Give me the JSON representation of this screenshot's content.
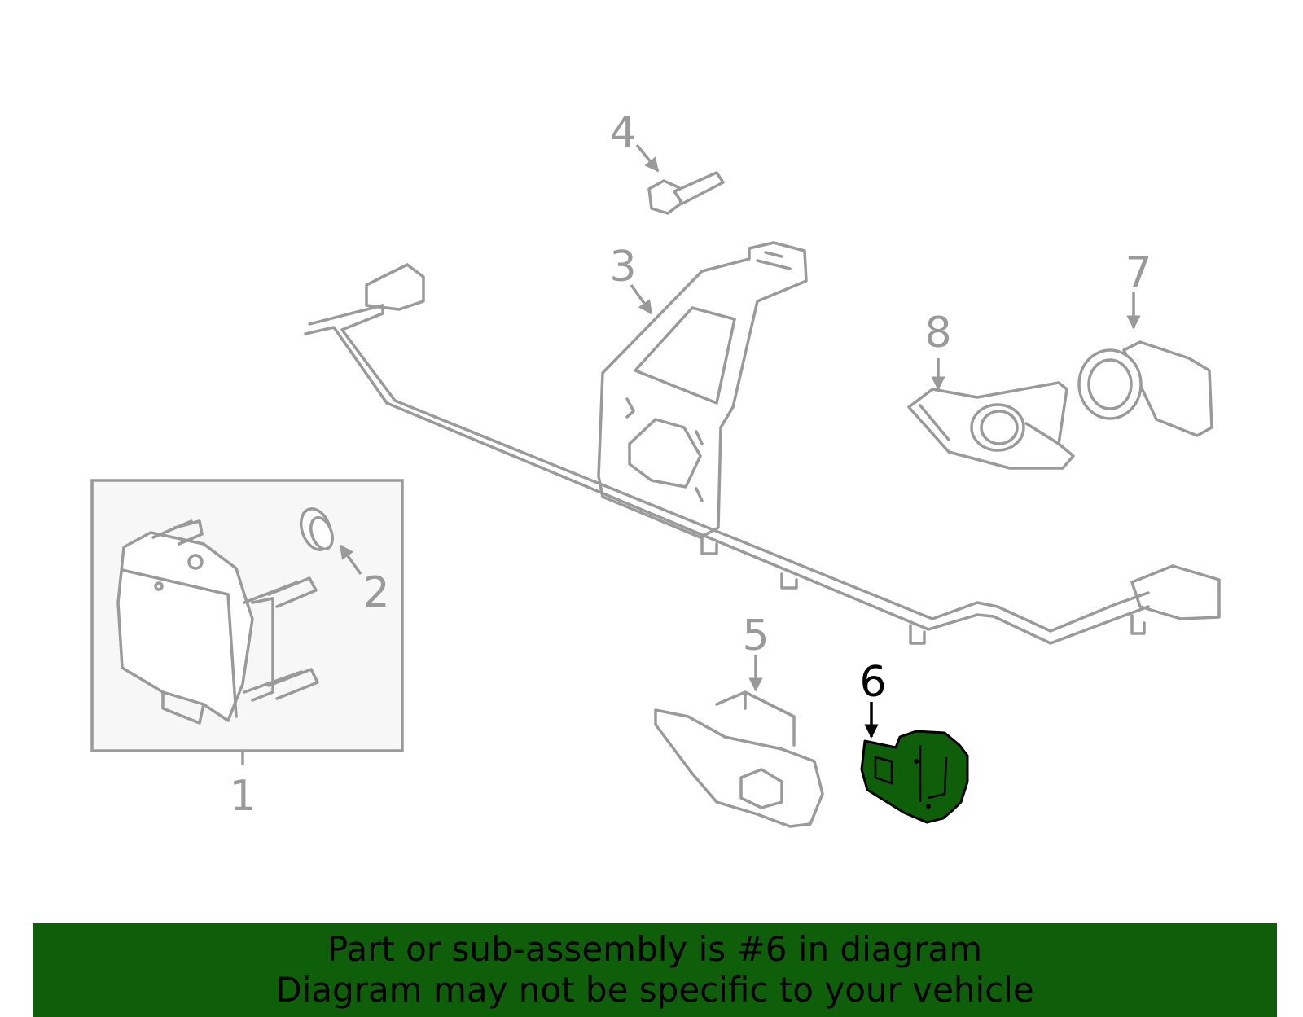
{
  "callouts": {
    "c1": "1",
    "c2": "2",
    "c3": "3",
    "c4": "4",
    "c5": "5",
    "c6": "6",
    "c7": "7",
    "c8": "8"
  },
  "highlight": {
    "part": "6",
    "color": "#0f5e0a"
  },
  "line_color": "#9a9a9a",
  "panel_fill": "#f7f7f7",
  "banner": {
    "color": "#0f5e0a",
    "line1": "Part or sub-assembly is #6 in diagram",
    "line2": "Diagram may not be specific to your vehicle"
  }
}
